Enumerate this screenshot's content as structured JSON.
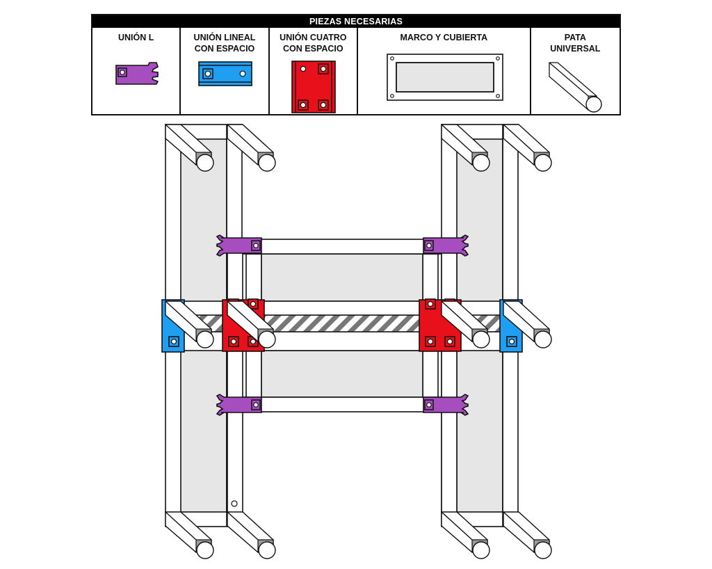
{
  "title": "PIEZAS NECESARIAS",
  "parts": [
    {
      "id": "union-l",
      "label": "UNIÓN L",
      "color": "#a64dbf"
    },
    {
      "id": "union-lineal",
      "label": "UNIÓN LINEAL\nCON ESPACIO",
      "color": "#1f9ef2"
    },
    {
      "id": "union-cuatro",
      "label": "UNIÓN CUATRO\nCON ESPACIO",
      "color": "#e8101a"
    },
    {
      "id": "marco-cubierta",
      "label": "MARCO Y CUBIERTA",
      "color": "#e6e6e6"
    },
    {
      "id": "pata-universal",
      "label": "PATA\nUNIVERSAL",
      "color": "#ffffff"
    }
  ],
  "colors": {
    "outline": "#111111",
    "panel_fill": "#e6e6e6",
    "frame_fill": "#ffffff",
    "leg_end_fill": "#9a9a9a",
    "stripe_dark": "#777777"
  }
}
